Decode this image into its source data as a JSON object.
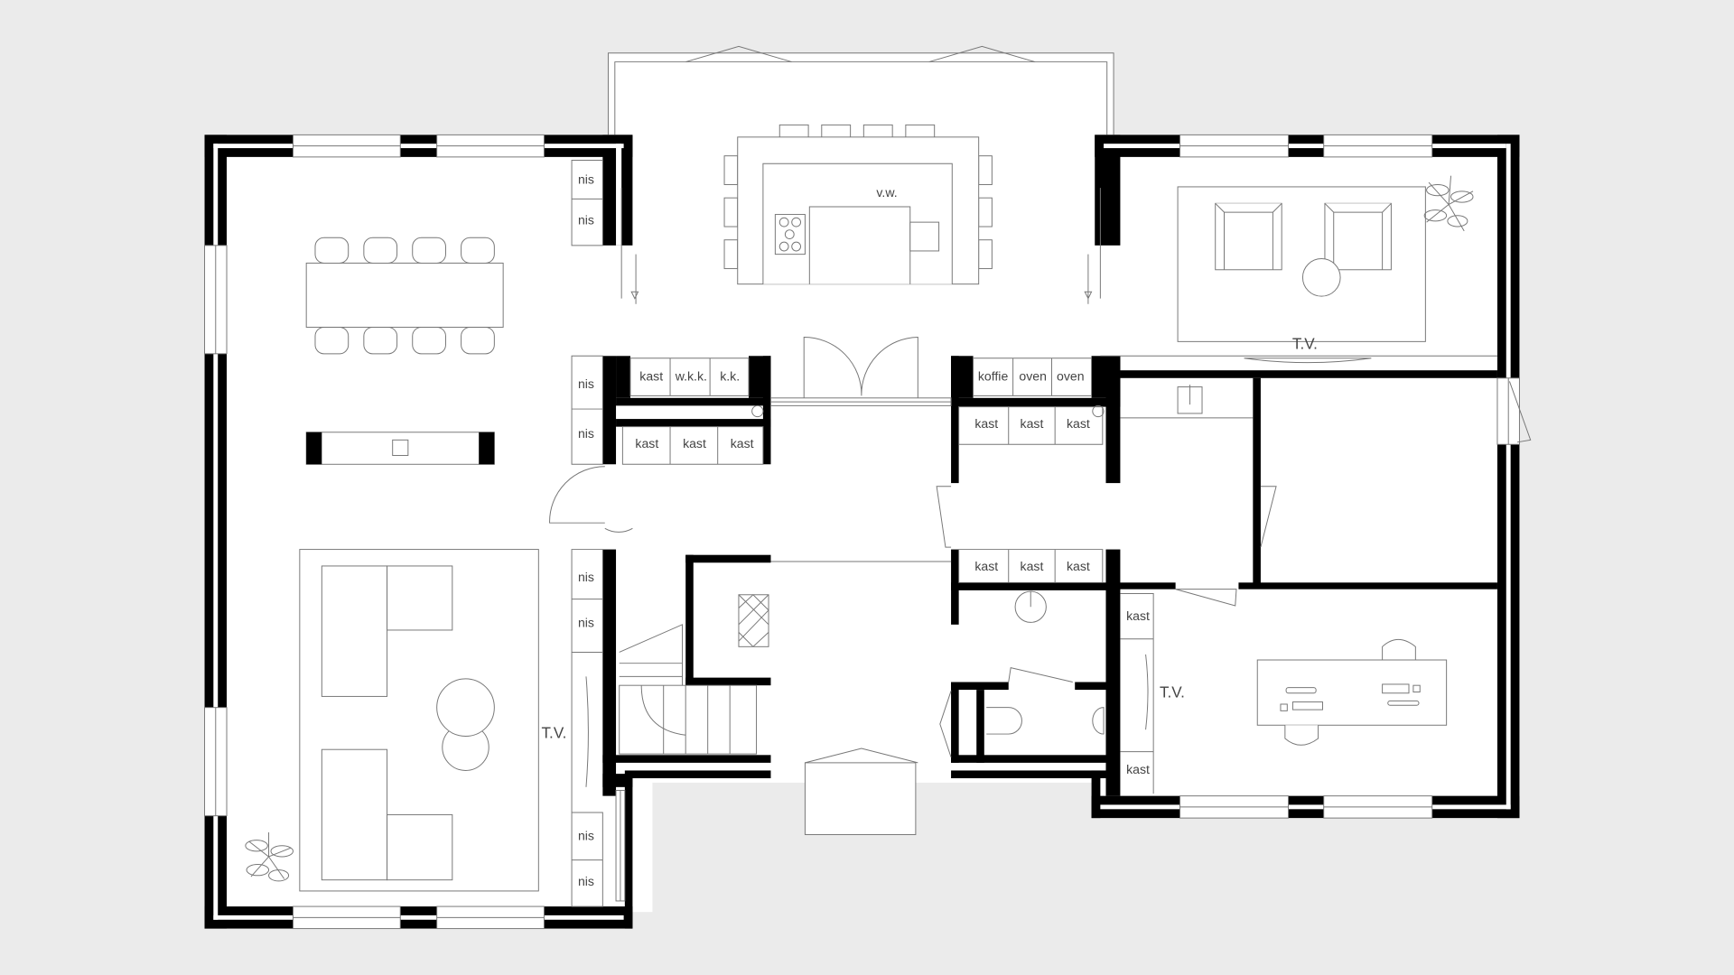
{
  "plan": {
    "kitchen_label": "v.w.",
    "left_niches": [
      "nis",
      "nis",
      "nis",
      "nis",
      "nis",
      "nis",
      "nis",
      "nis"
    ],
    "utility_top": [
      "kast",
      "w.k.k.",
      "k.k."
    ],
    "utility_bottom": [
      "kast",
      "kast",
      "kast"
    ],
    "pantry_top": [
      "koffie",
      "oven",
      "oven"
    ],
    "pantry_mid": [
      "kast",
      "kast",
      "kast"
    ],
    "pantry_low": [
      "kast",
      "kast",
      "kast"
    ],
    "office_cabinets": [
      "kast",
      "kast"
    ],
    "tv_labels": [
      "T.V.",
      "T.V.",
      "T.V."
    ]
  },
  "colors": {
    "background": "#ebebeb",
    "wall": "#000000",
    "floor": "#ffffff",
    "line": "#777777"
  }
}
